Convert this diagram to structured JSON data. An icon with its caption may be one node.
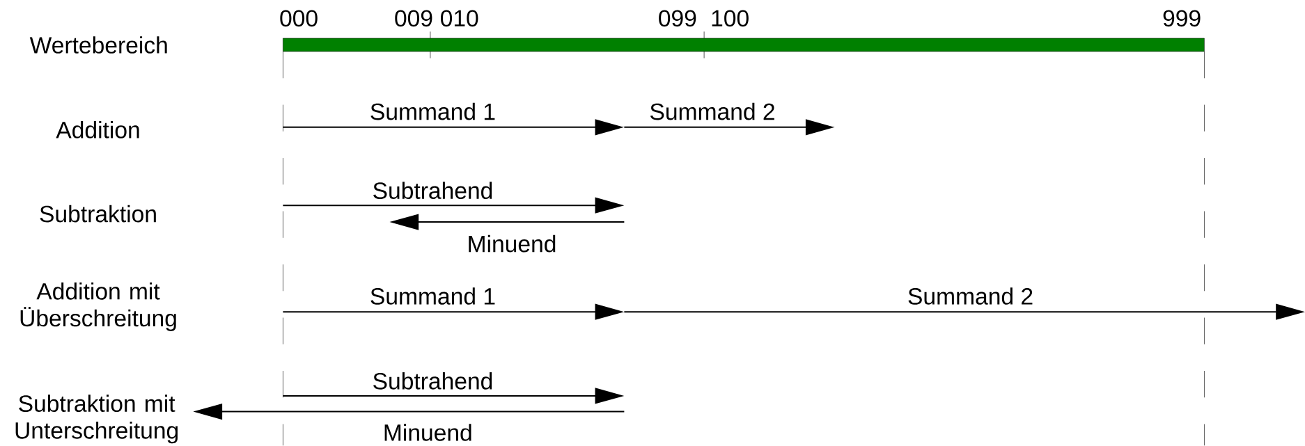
{
  "diagram": {
    "nodes": [
      {
        "text": [],
        "shape": "bar"
      }
    ],
    "labels": [
      "000",
      "009",
      "010",
      "099",
      "100",
      "999",
      "Wertebereich",
      "Addition",
      "Summand 1",
      "Summand 2",
      "Subtraktion",
      "Subtrahend",
      "Minuend",
      "Addition mit Überschreitung",
      "Summand 1",
      "Summand 2",
      "Subtraktion mit Unterschreitung",
      "Subtrahend",
      "Minuend"
    ]
  }
}
